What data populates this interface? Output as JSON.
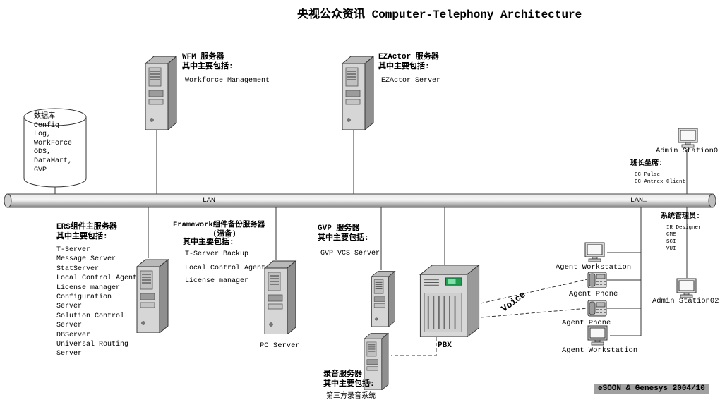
{
  "title": "央视公众资讯 Computer-Telephony Architecture",
  "lan": {
    "left": "LAN",
    "right": "LAN…"
  },
  "database": {
    "lines": [
      "数据库",
      "Config",
      "Log,",
      "WorkForce",
      "ODS,",
      "DataMart,",
      "GVP"
    ]
  },
  "wfm": {
    "name": "WFM 服务器",
    "includes": "其中主要包括:",
    "items": [
      "Workforce Management"
    ]
  },
  "ezactor": {
    "name": "EZActor 服务器",
    "includes": "其中主要包括:",
    "items": [
      "EZActor Server"
    ]
  },
  "ers": {
    "name": "ERS组件主服务器",
    "includes": "其中主要包括:",
    "items": [
      "T-Server",
      "Message Server",
      "StatServer",
      "Local Control Agent",
      "License manager",
      "Configuration Server",
      "Solution Control Server",
      "DBServer",
      "Universal Routing Server"
    ]
  },
  "framework": {
    "name": "Framework组件备份服务器",
    "mode": "(温备)",
    "includes": "其中主要包括:",
    "items": [
      "T-Server Backup",
      "Local Control Agent",
      "License manager"
    ]
  },
  "gvp": {
    "name": "GVP 服务器",
    "includes": "其中主要包括:",
    "items": [
      "GVP VCS Server"
    ]
  },
  "recording": {
    "name": "录音服务器",
    "includes": "其中主要包括:",
    "items": [
      "第三方录音系统"
    ]
  },
  "pc_server": {
    "label": "PC Server"
  },
  "pbx": {
    "label": "PBX"
  },
  "voice": {
    "label": "Voice"
  },
  "admin_station0": {
    "label": "Admin Station0",
    "role": "班长坐席:",
    "items": [
      "CC Pulse",
      "CC Amtrex Client"
    ]
  },
  "sysadmin": {
    "role": "系统管理员:",
    "items": [
      "IR Designer",
      "CME",
      "SCI",
      "VUI"
    ]
  },
  "admin_station02": {
    "label": "Admin Station02"
  },
  "agents": {
    "workstation": "Agent Workstation",
    "phone": "Agent Phone"
  },
  "footer": {
    "label": "eSOON & Genesys 2004/10"
  }
}
